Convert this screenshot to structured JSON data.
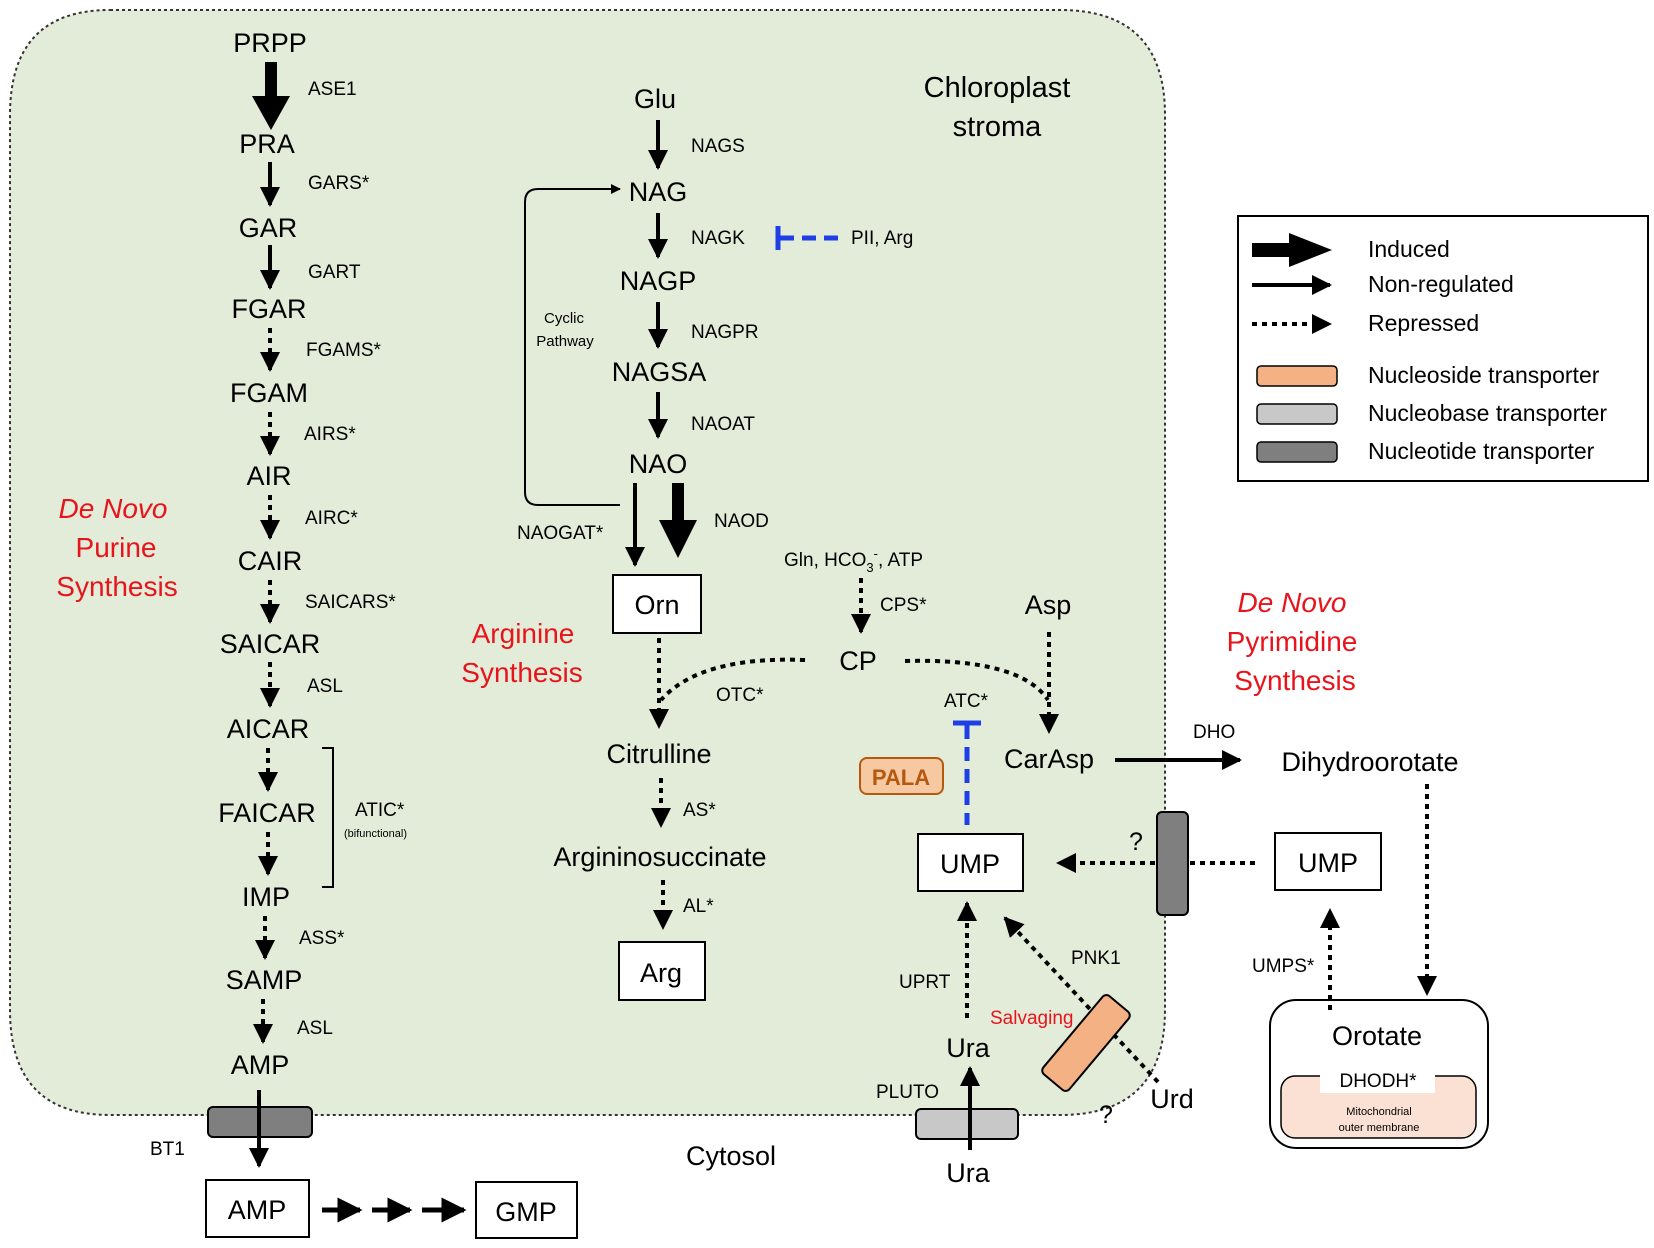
{
  "compartments": {
    "stroma_title_line1": "Chloroplast",
    "stroma_title_line2": "stroma",
    "cytosol": "Cytosol",
    "mito_label_line1": "Mitochondrial",
    "mito_label_line2": "outer membrane"
  },
  "purine": {
    "title_line1": "De Novo",
    "title_line2": "Purine",
    "title_line3": "Synthesis",
    "metabolites": [
      "PRPP",
      "PRA",
      "GAR",
      "FGAR",
      "FGAM",
      "AIR",
      "CAIR",
      "SAICAR",
      "AICAR",
      "FAICAR",
      "IMP",
      "SAMP",
      "AMP"
    ],
    "enzymes": [
      "ASE1",
      "GARS*",
      "GART",
      "FGAMS*",
      "AIRS*",
      "AIRC*",
      "SAICARS*",
      "ASL",
      "ATIC*",
      "ASS*",
      "ASL"
    ],
    "atic_note": "(bifunctional)",
    "transporter": "BT1",
    "cytosol_amp": "AMP",
    "cytosol_gmp": "GMP"
  },
  "arginine": {
    "title_line1": "Arginine",
    "title_line2": "Synthesis",
    "metabolites": [
      "Glu",
      "NAG",
      "NAGP",
      "NAGSA",
      "NAO",
      "Orn",
      "Citrulline",
      "Argininosuccinate",
      "Arg"
    ],
    "enzymes": [
      "NAGS",
      "NAGK",
      "NAGPR",
      "NAOAT",
      "NAOGAT*",
      "NAOD",
      "OTC*",
      "AS*",
      "AL*"
    ],
    "inhibitor": "PII, Arg",
    "cyclic_line1": "Cyclic",
    "cyclic_line2": "Pathway"
  },
  "pyrimidine": {
    "title_line1": "De Novo",
    "title_line2": "Pyrimidine",
    "title_line3": "Synthesis",
    "substrates": "Gln, HCO",
    "substrates_sub": "3",
    "substrates_sup": "-",
    "substrates_tail": ", ATP",
    "metabolites": [
      "CP",
      "Asp",
      "CarAsp",
      "Dihydroorotate",
      "UMP",
      "UMP",
      "Orotate",
      "Ura",
      "Ura",
      "Urd"
    ],
    "enzymes": [
      "CPS*",
      "ATC*",
      "DHO",
      "DHODH*",
      "UMPS*",
      "UPRT",
      "PNK1",
      "PLUTO"
    ],
    "inhibitor": "PALA",
    "salvaging": "Salvaging",
    "unknown_marks": [
      "?",
      "?"
    ]
  },
  "legend": {
    "items": [
      "Induced",
      "Non-regulated",
      "Repressed",
      "Nucleoside transporter",
      "Nucleobase transporter",
      "Nucleotide transporter"
    ],
    "colors": {
      "nucleoside": "#f4b183",
      "nucleobase": "#c8c8c8",
      "nucleotide": "#7f7f7f"
    }
  },
  "colors": {
    "stroma_fill": "#e2ecd9",
    "inhibition": "#1f3fe6",
    "highlight_red": "#e8141b",
    "pala_fill": "#f6c9a3",
    "pala_text": "#b5590f",
    "mito_fill": "#fbe1d3"
  }
}
